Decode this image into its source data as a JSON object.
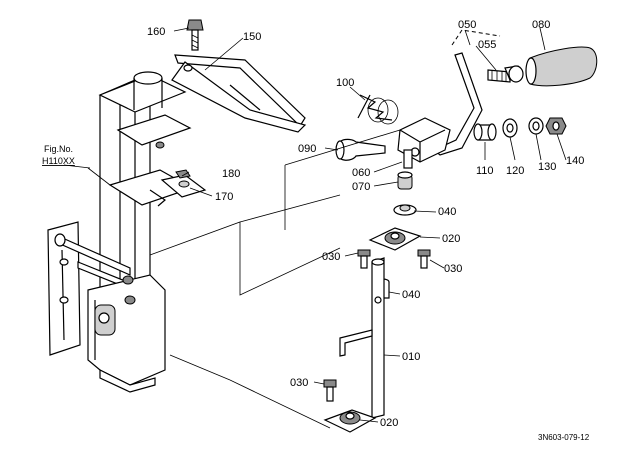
{
  "figure": {
    "reference_label": "Fig.No.",
    "reference_code": "H110XX",
    "drawing_code": "3N603-079-12"
  },
  "parts": {
    "p160": "160",
    "p150": "150",
    "p050": "050",
    "p055": "055",
    "p080": "080",
    "p100": "100",
    "p090": "090",
    "p060": "060",
    "p070": "070",
    "p180": "180",
    "p170": "170",
    "p110": "110",
    "p120": "120",
    "p130": "130",
    "p140": "140",
    "p040_top": "040",
    "p020_top": "020",
    "p030_left": "030",
    "p030_right": "030",
    "p040_mid": "040",
    "p010": "010",
    "p030_bottom": "030",
    "p020_bottom": "020"
  }
}
